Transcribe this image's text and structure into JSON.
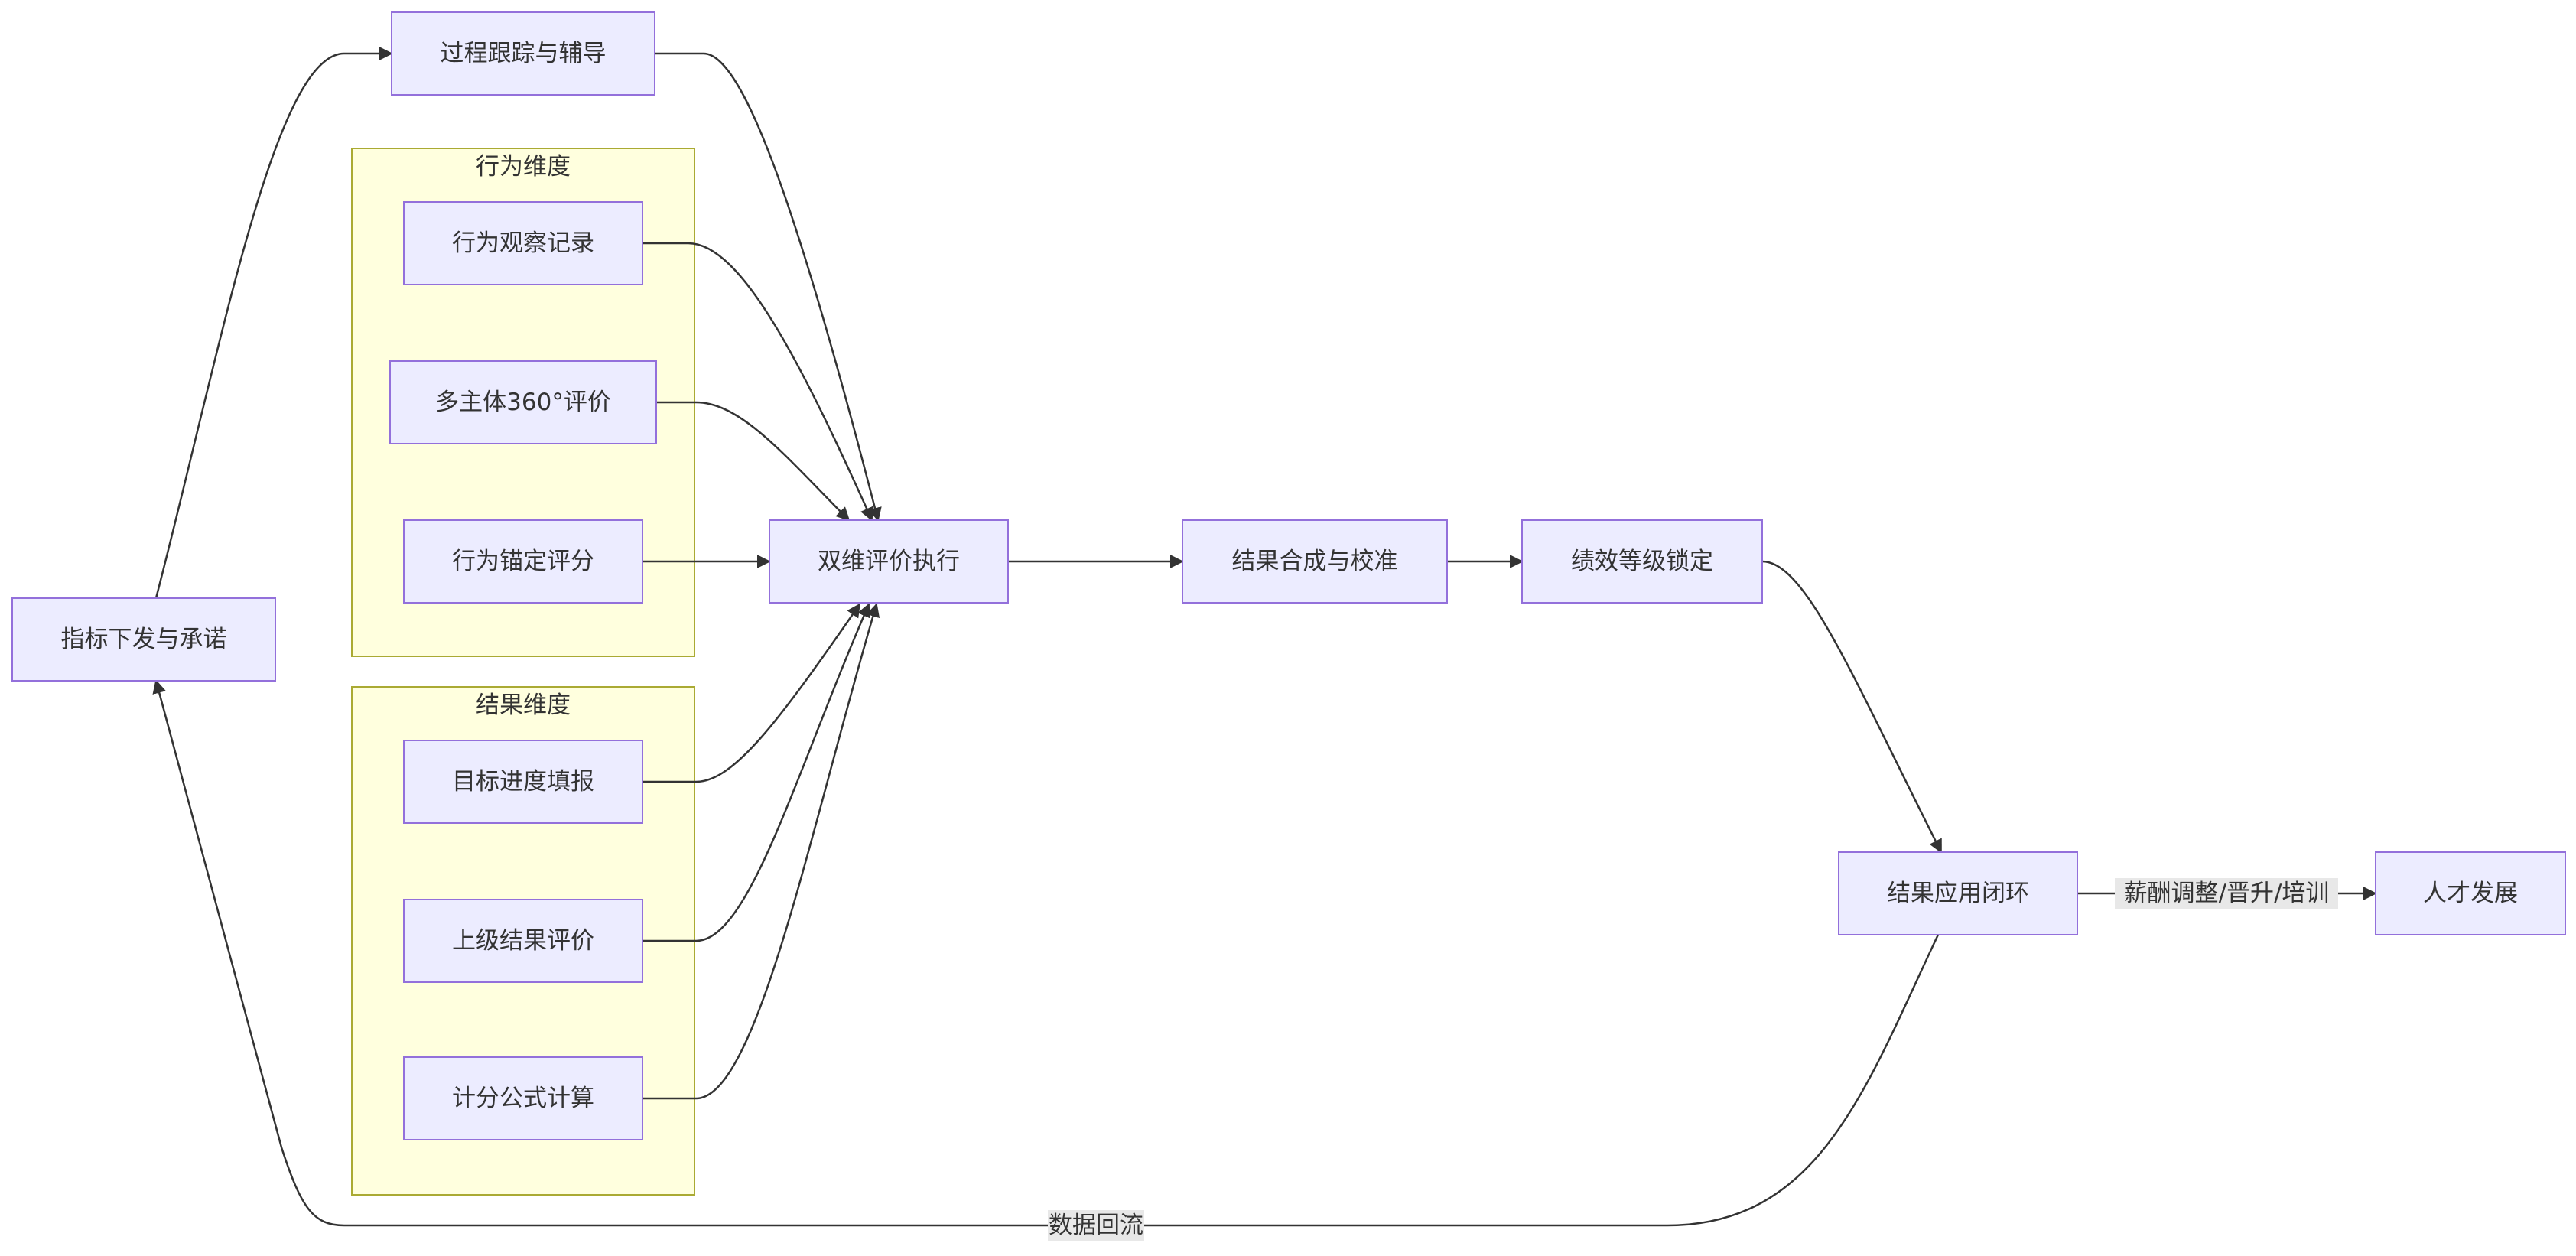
{
  "clusters": {
    "behavior": {
      "label": "行为维度"
    },
    "result": {
      "label": "结果维度"
    }
  },
  "nodes": {
    "indicator": "指标下发与承诺",
    "tracking": "过程跟踪与辅导",
    "observe": "行为观察记录",
    "multi360": "多主体360°评价",
    "anchor": "行为锚定评分",
    "progress": "目标进度填报",
    "superior": "上级结果评价",
    "formula": "计分公式计算",
    "dual_exec": "双维评价执行",
    "synthesis": "结果合成与校准",
    "grade_lock": "绩效等级锁定",
    "apply_loop": "结果应用闭环",
    "talent": "人才发展"
  },
  "edge_labels": {
    "salary": "薪酬调整/晋升/培训",
    "feedback": "数据回流"
  },
  "colors": {
    "node_fill": "#ececff",
    "node_stroke": "#9370db",
    "cluster_fill": "#ffffde",
    "cluster_stroke": "#aaaa33",
    "edge": "#333333",
    "edge_label_bg": "#e8e8e8"
  }
}
